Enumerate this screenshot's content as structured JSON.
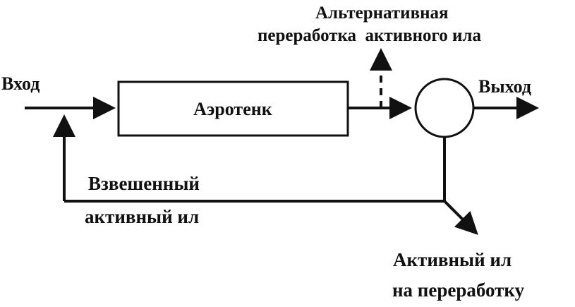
{
  "diagram": {
    "input_label": "Вход",
    "output_label": "Выход",
    "tank_label": "Аэротенк",
    "alt_label_line1": "Альтернативная",
    "alt_label_line2": "переработка  активного ила",
    "return_label_line1": "Взвешенный",
    "return_label_line2": "активный ил",
    "waste_label_line1": "Активный ил",
    "waste_label_line2": "на переработку"
  },
  "colors": {
    "ink": "#111111",
    "background": "#ffffff"
  }
}
